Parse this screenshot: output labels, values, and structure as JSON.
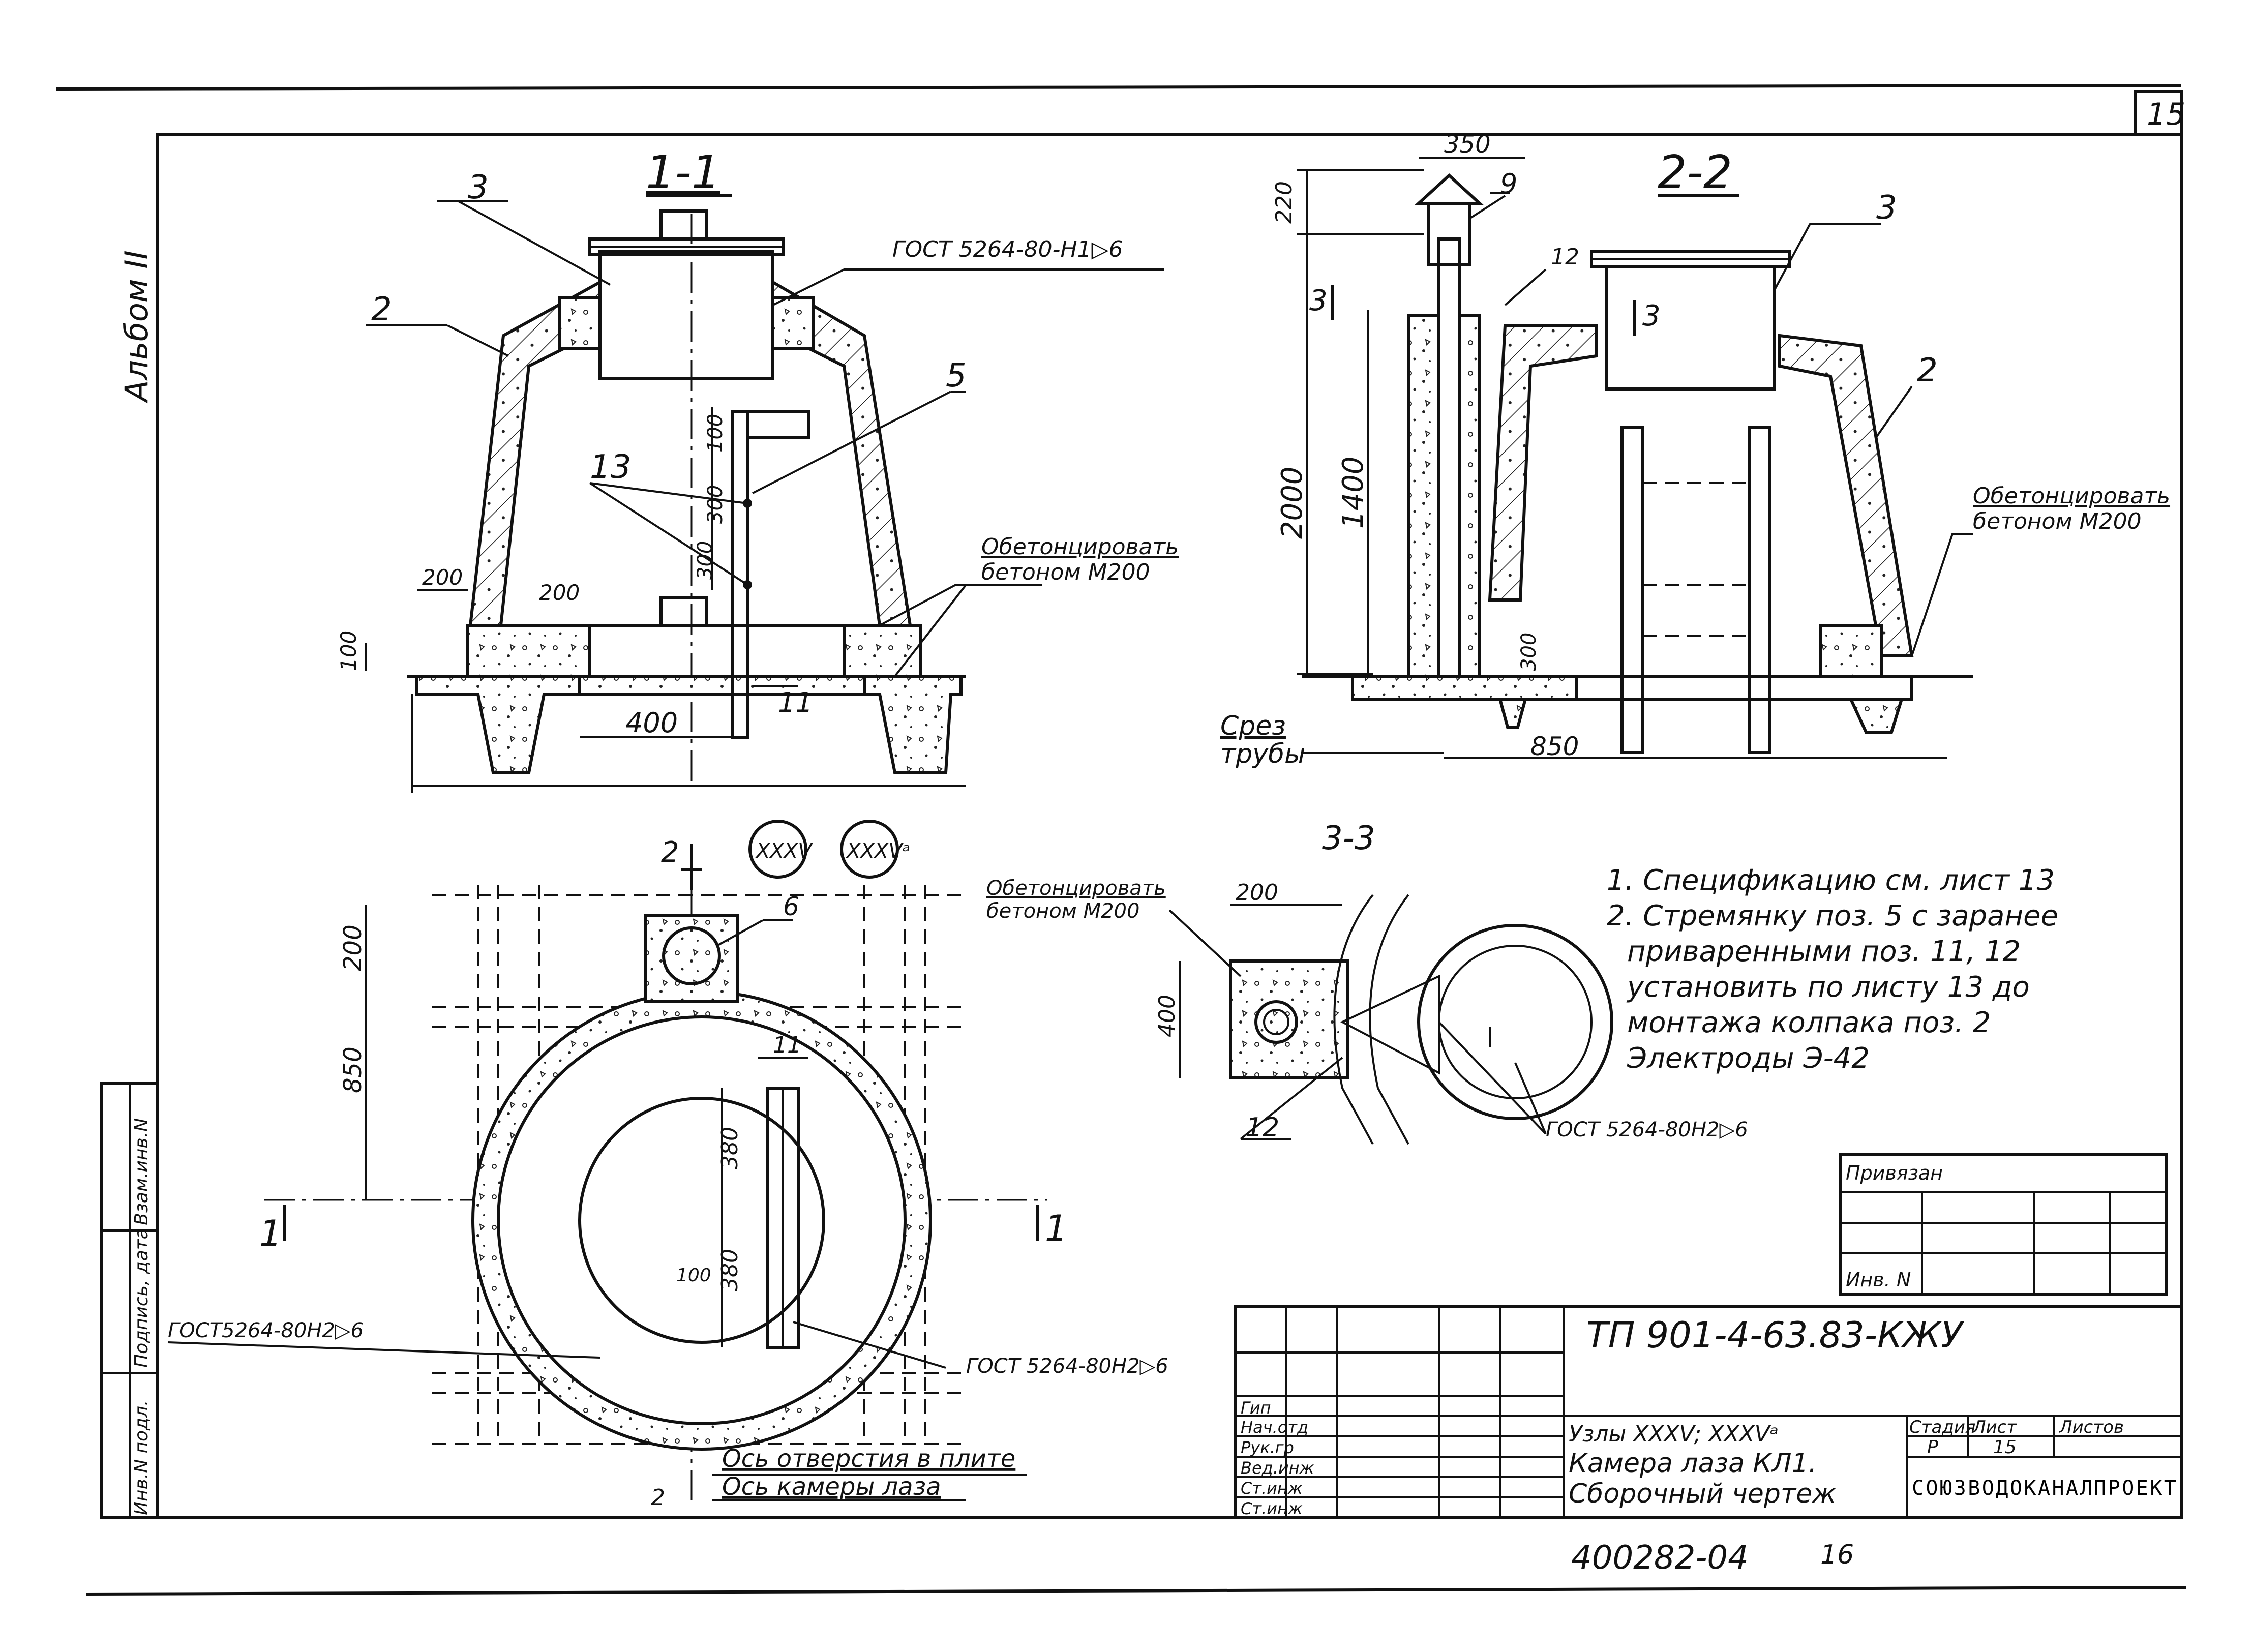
{
  "page_number": "15",
  "album": "Альбом II",
  "sections": {
    "s11": "1-1",
    "s22": "2-2",
    "s33": "3-3",
    "cut1": "1",
    "cut2": "2",
    "cut3": "3"
  },
  "positions": [
    "2",
    "3",
    "5",
    "6",
    "9",
    "11",
    "12",
    "13"
  ],
  "notes": {
    "gost_top": "ГОСТ 5264-80-Н1▷6",
    "gost_left": "ГОСТ5264-80Н2▷6",
    "gost_center": "ГОСТ 5264-80Н2▷6",
    "gost_33": "ГОСТ 5264-80Н2▷6",
    "concrete_1": "Обетонцировать",
    "concrete_1b": "бетоном М200",
    "concrete_2": "Обетонцировать",
    "concrete_2b": "бетоном М200",
    "concrete_3": "Обетонцировать",
    "concrete_3b": "бетоном М200",
    "pipe_cut_1": "Срез",
    "pipe_cut_2": "трубы",
    "axis_1": "Ось отверстия в плите",
    "axis_2": "Ось камеры лаза"
  },
  "nodes": {
    "n1": "XXXV",
    "n2": "XXXVᵃ"
  },
  "dimensions": {
    "d400": "400",
    "d200a": "200",
    "d200b": "200",
    "d100": "100",
    "d300a": "300",
    "d300b": "300",
    "d100t": "100",
    "d350": "350",
    "d220": "220",
    "d2000": "2000",
    "d1400": "1400",
    "d300c": "300",
    "d850": "850",
    "p200": "200",
    "p850": "850",
    "p380a": "380",
    "p380b": "380",
    "p100": "100",
    "s200": "200",
    "s400": "400"
  },
  "general_notes": [
    "1. Спецификацию см. лист 13",
    "2. Стремянку поз. 5 с заранее",
    "приваренными поз. 11, 12",
    "установить по листу 13 до",
    "монтажа колпака поз. 2",
    "Электроды Э-42"
  ],
  "side_stamp": [
    "Инв.N подл.",
    "Подпись, дата",
    "Взам.инв.N"
  ],
  "binding": {
    "title": "Привязан",
    "inv": "Инв. N"
  },
  "title_block": {
    "code": "ТП 901-4-63.83-КЖУ",
    "desc_1": "Узлы XXXV; XXXVᵃ",
    "desc_2": "Камера лаза КЛ1.",
    "desc_3": "Сборочный чертеж",
    "stage_h": "Стадия",
    "sheet_h": "Лист",
    "sheets_h": "Листов",
    "stage": "Р",
    "sheet": "15",
    "org": "СОЮЗВОДОКАНАЛПРОЕКТ",
    "roles": [
      "Гип",
      "Нач.отд",
      "Рук.гр",
      "Вед.инж",
      "Ст.инж",
      "Ст.инж"
    ]
  },
  "footer_id": "400282-04",
  "footer_num": "16"
}
